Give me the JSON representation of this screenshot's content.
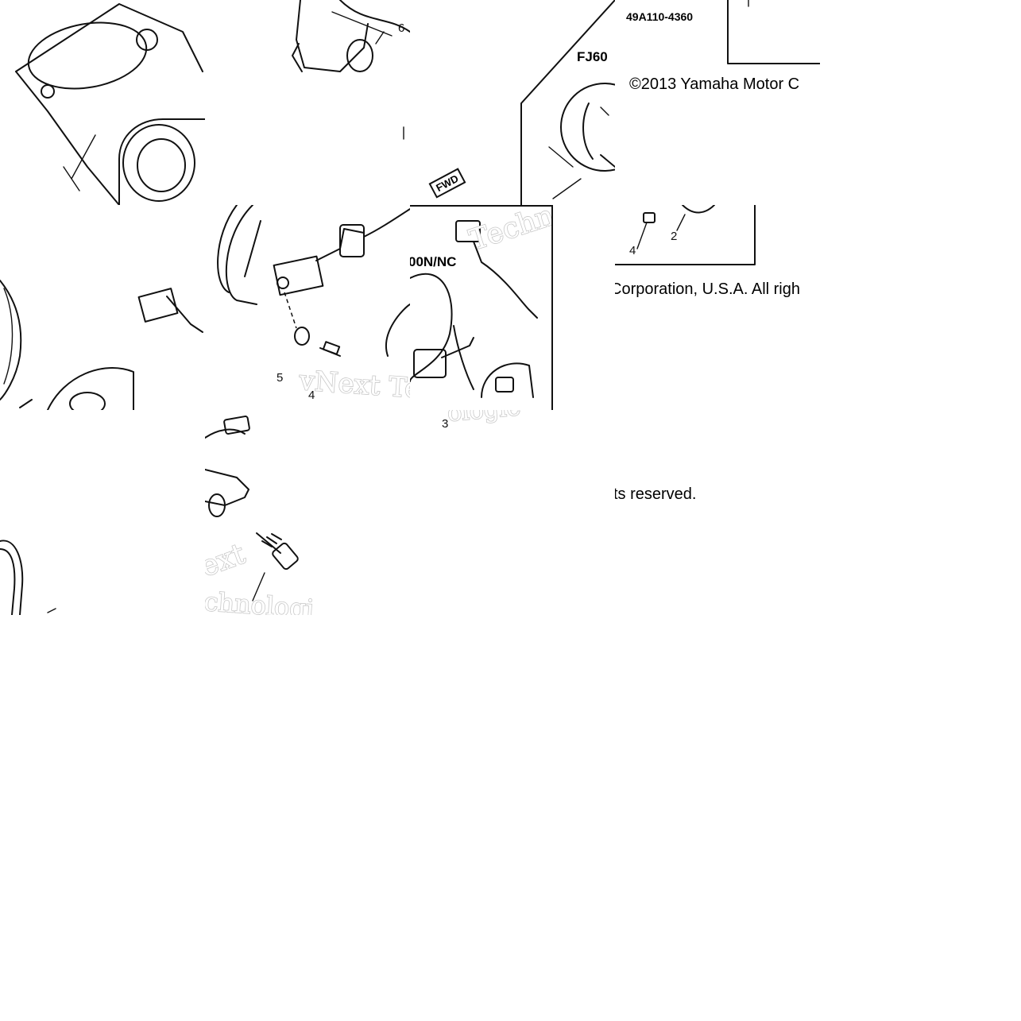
{
  "part_number": "49A110-4360",
  "model_label_1": "FJ60",
  "model_label_2": "00N/NC",
  "fwd_label": "FWD",
  "copyright_1": "©2013 Yamaha Motor C",
  "copyright_2": "Corporation, U.S.A. All righ",
  "copyright_3": "ts reserved.",
  "watermark_1": "vNext Te",
  "watermark_2": "Techno",
  "watermark_3": "ext",
  "watermark_4": "chnologi",
  "watermark_5": "ologie",
  "callouts": {
    "c6": "6",
    "c5": "5",
    "c4a": "4",
    "c4b": "4",
    "c2": "2",
    "c3": "3"
  }
}
